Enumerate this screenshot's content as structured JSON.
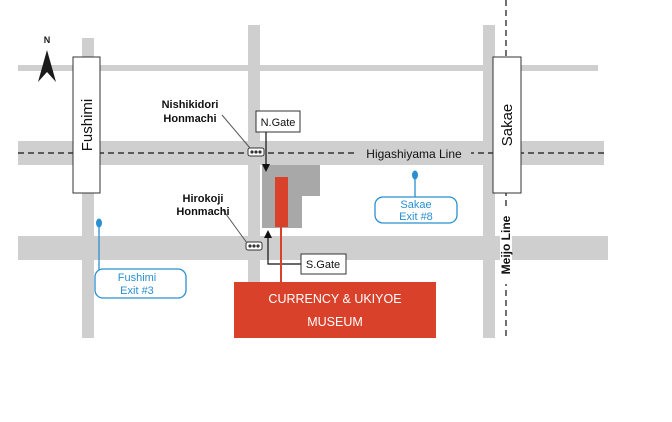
{
  "stations": {
    "fushimi": "Fushimi",
    "sakae": "Sakae"
  },
  "intersections": {
    "north_line1": "Nishikidori",
    "north_line2": "Honmachi",
    "south_line1": "Hirokoji",
    "south_line2": "Honmachi"
  },
  "gates": {
    "north": "N.Gate",
    "south": "S.Gate"
  },
  "lines": {
    "higashiyama": "Higashiyama Line",
    "meijo": "Meijo Line"
  },
  "exits": {
    "fushimi_line1": "Fushimi",
    "fushimi_line2": "Exit #3",
    "sakae_line1": "Sakae",
    "sakae_line2": "Exit  #8"
  },
  "museum": {
    "line1": "CURRENCY & UKIYOE",
    "line2": "MUSEUM"
  },
  "compass": {
    "north": "N"
  },
  "colors": {
    "road": "#cfcfcf",
    "museum_red": "#d9412b",
    "building_gray": "#a8a8a8",
    "exit_blue": "#2a8fd0"
  }
}
